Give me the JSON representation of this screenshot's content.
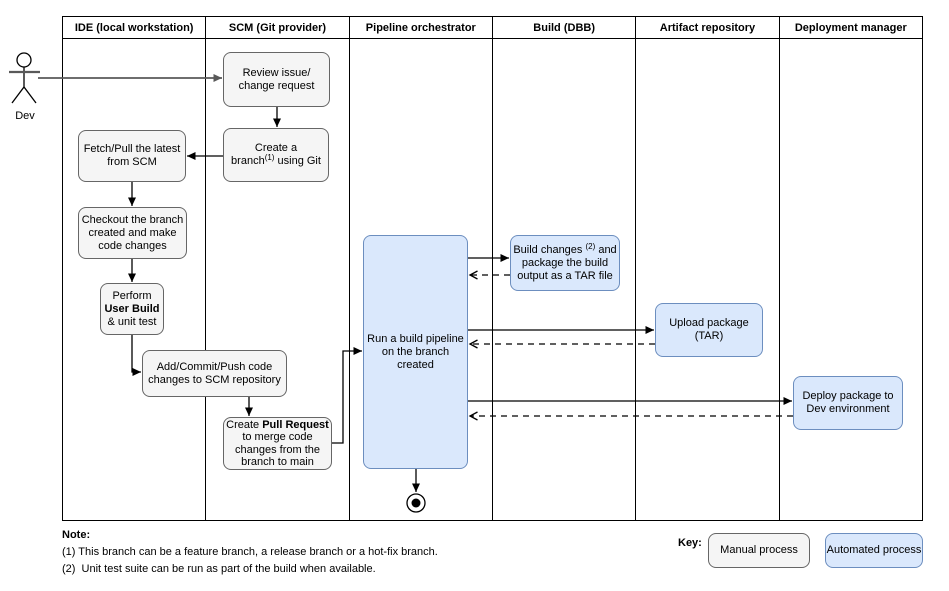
{
  "diagram": {
    "lanes": [
      {
        "label": "IDE (local workstation)"
      },
      {
        "label": "SCM (Git provider)"
      },
      {
        "label": "Pipeline orchestrator"
      },
      {
        "label": "Build (DBB)"
      },
      {
        "label": "Artifact repository"
      },
      {
        "label": "Deployment manager"
      }
    ],
    "actor": {
      "label": "Dev"
    },
    "nodes": {
      "review_issue": {
        "l1": "Review issue/",
        "l2": "change request"
      },
      "create_branch": {
        "l1": "Create a",
        "l2a": "branch",
        "l2sup": "(1)",
        "l2b": " using Git"
      },
      "fetch_pull": {
        "l1": "Fetch/Pull the latest",
        "l2": "from SCM"
      },
      "checkout": {
        "l1": "Checkout the branch",
        "l2": "created and make",
        "l3": "code changes"
      },
      "perform": {
        "l1": "Perform",
        "l2": "User Build",
        "l3": "& unit test"
      },
      "add_commit": {
        "l1": "Add/Commit/Push code",
        "l2": "changes to SCM repository"
      },
      "create_pr": {
        "l1a": "Create ",
        "l1b": "Pull Request",
        "l2": "to merge code",
        "l3": "changes from the",
        "l4": "branch to main"
      },
      "run_pipeline": {
        "l1": "Run a build pipeline",
        "l2": "on the branch created"
      },
      "build_changes": {
        "l1a": "Build changes ",
        "l1sup": "(2)",
        "l1b": " and",
        "l2": "package the build",
        "l3": "output as a TAR file"
      },
      "upload_package": {
        "l1": "Upload package",
        "l2": "(TAR)"
      },
      "deploy_package": {
        "l1": "Deploy package to",
        "l2": "Dev environment"
      }
    },
    "note": {
      "title": "Note:",
      "l1": "(1) This branch can be a feature branch, a release branch or a hot-fix branch.",
      "l2": "(2)  Unit test suite can be run as part of the build when available."
    },
    "key": {
      "title": "Key:",
      "manual_label": "Manual process",
      "automated_label": "Automated process"
    },
    "colors": {
      "manual_fill": "#f5f5f5",
      "manual_stroke": "#666666",
      "automated_fill": "#dae8fc",
      "automated_stroke": "#6c8ebf",
      "line": "#000000",
      "actor_line": "#595959"
    }
  }
}
